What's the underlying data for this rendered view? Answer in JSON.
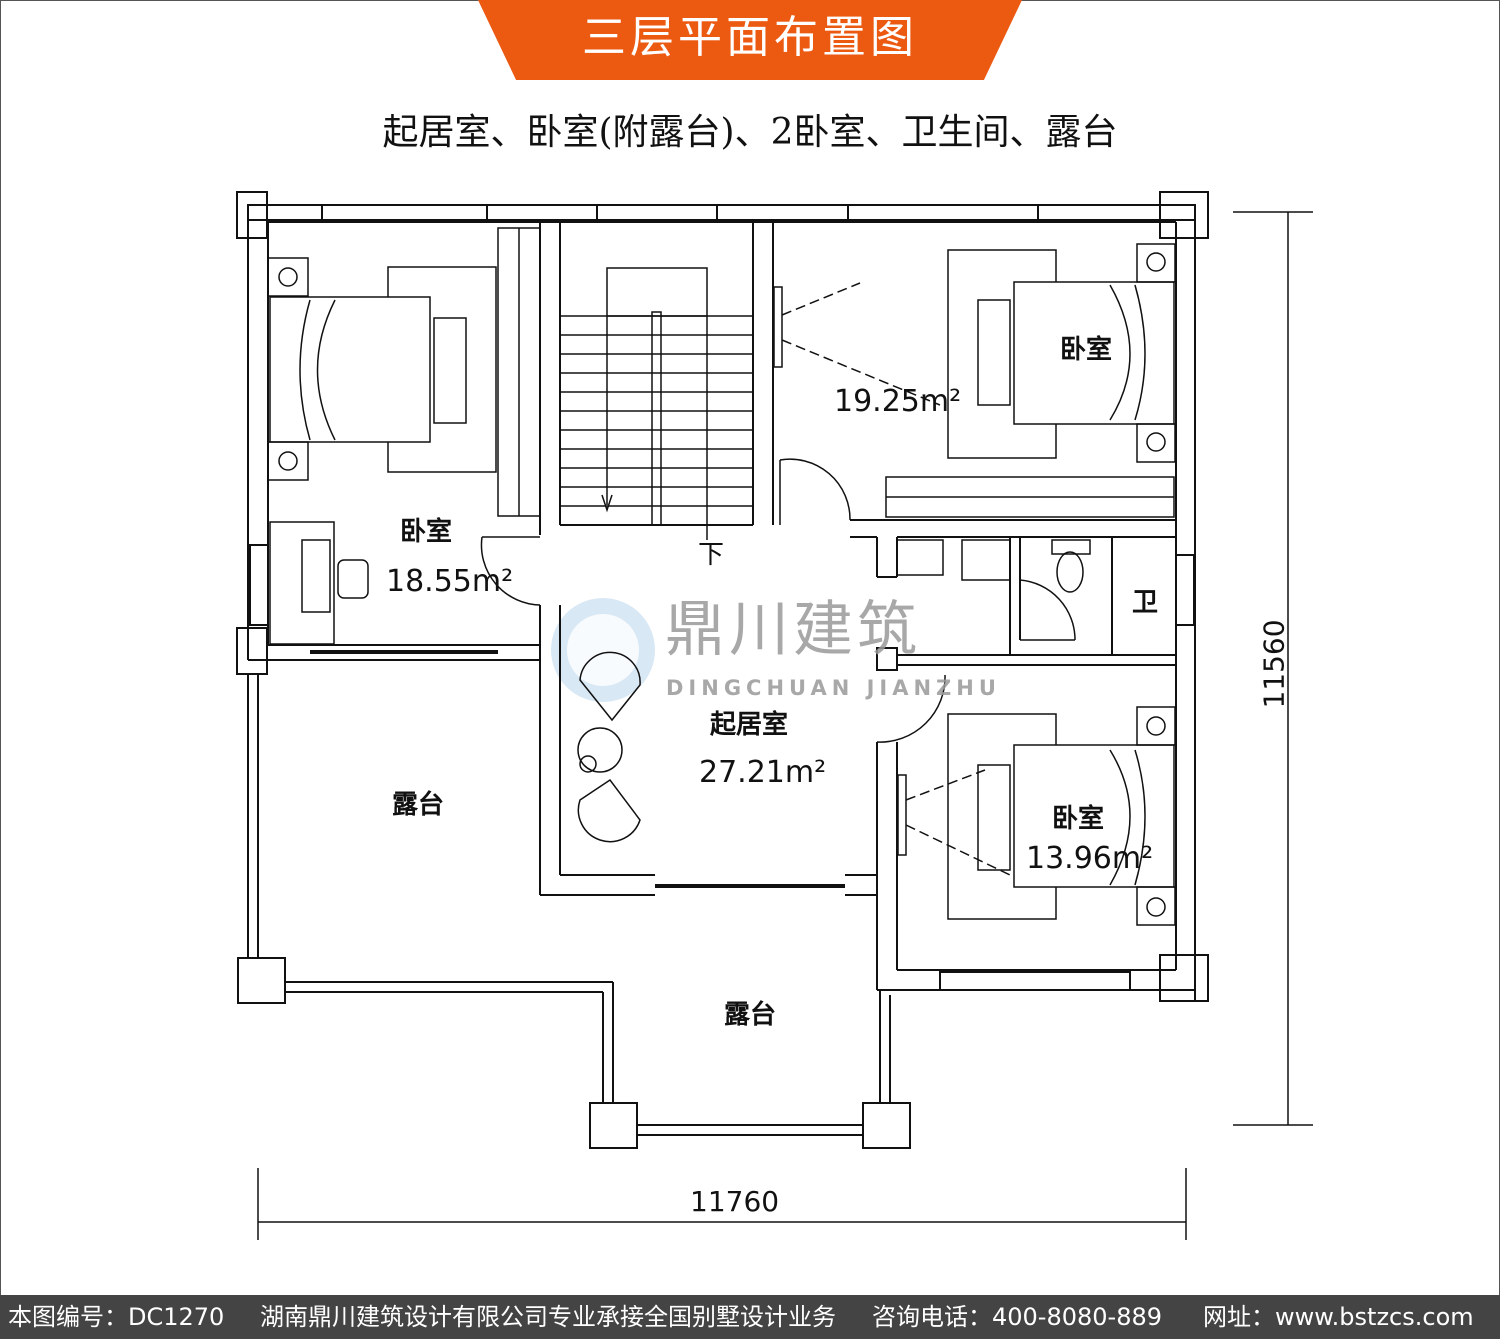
{
  "title": "三层平面布置图",
  "subtitle": "起居室、卧室(附露台)、2卧室、卫生间、露台",
  "rooms": {
    "bedroom_left": {
      "name": "卧室",
      "area": "18.55m²"
    },
    "bedroom_right_top": {
      "name": "卧室",
      "area": "19.25m²"
    },
    "bedroom_right_bottom": {
      "name": "卧室",
      "area": "13.96m²"
    },
    "living": {
      "name": "起居室",
      "area": "27.21m²"
    },
    "bathroom": {
      "name": "卫"
    },
    "terrace_left": {
      "name": "露台"
    },
    "terrace_bottom": {
      "name": "露台"
    },
    "stair_down": "下"
  },
  "dimensions": {
    "width": "11760",
    "depth": "11560"
  },
  "watermark": {
    "cn": "鼎川建筑",
    "en": "DINGCHUAN JIANZHU"
  },
  "footer": {
    "code": "本图编号：DC1270",
    "company": "湖南鼎川建筑设计有限公司专业承接全国别墅设计业务",
    "phone": "咨询电话：400-8080-889",
    "site": "网址：www.bstzcs.com"
  },
  "colors": {
    "banner": "#ec5a12",
    "footer": "#444444",
    "logo": "#a9cbe8"
  }
}
